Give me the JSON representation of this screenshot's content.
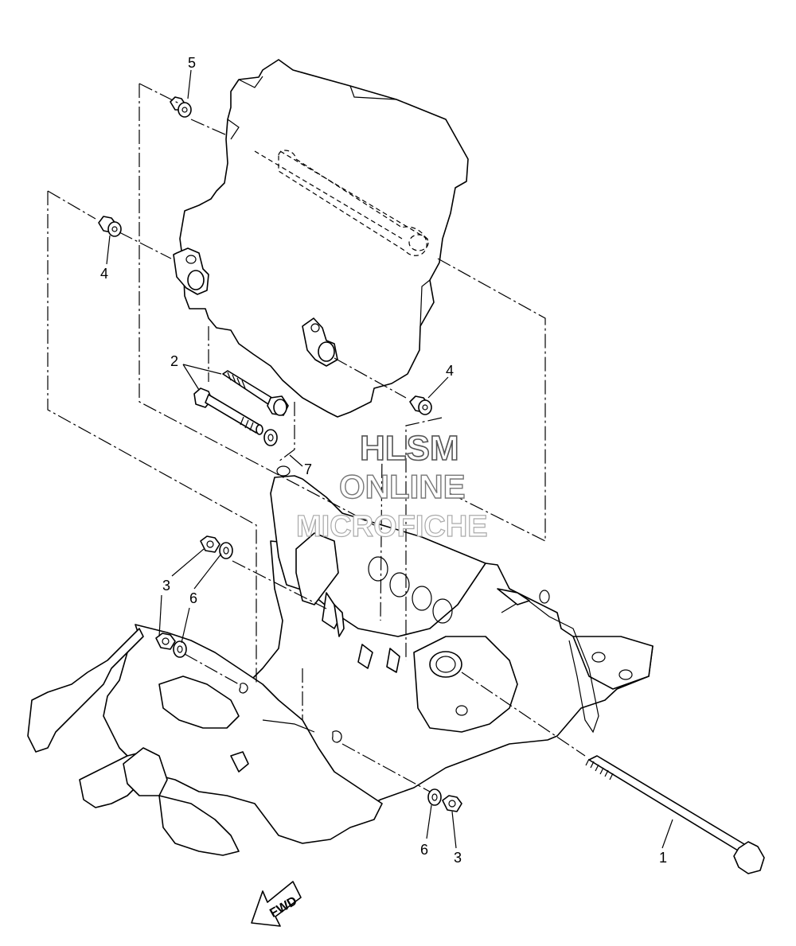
{
  "callouts": [
    {
      "id": "c1",
      "label": "1"
    },
    {
      "id": "c2",
      "label": "2"
    },
    {
      "id": "c3a",
      "label": "3"
    },
    {
      "id": "c3b",
      "label": "3"
    },
    {
      "id": "c4a",
      "label": "4"
    },
    {
      "id": "c4b",
      "label": "4"
    },
    {
      "id": "c5",
      "label": "5"
    },
    {
      "id": "c6a",
      "label": "6"
    },
    {
      "id": "c6b",
      "label": "6"
    },
    {
      "id": "c7",
      "label": "7"
    }
  ],
  "watermark": {
    "line1": "HLSM",
    "line2": "ONLINE",
    "line3": "MICROFICHE"
  },
  "direction_marker": {
    "label": "FWD"
  }
}
